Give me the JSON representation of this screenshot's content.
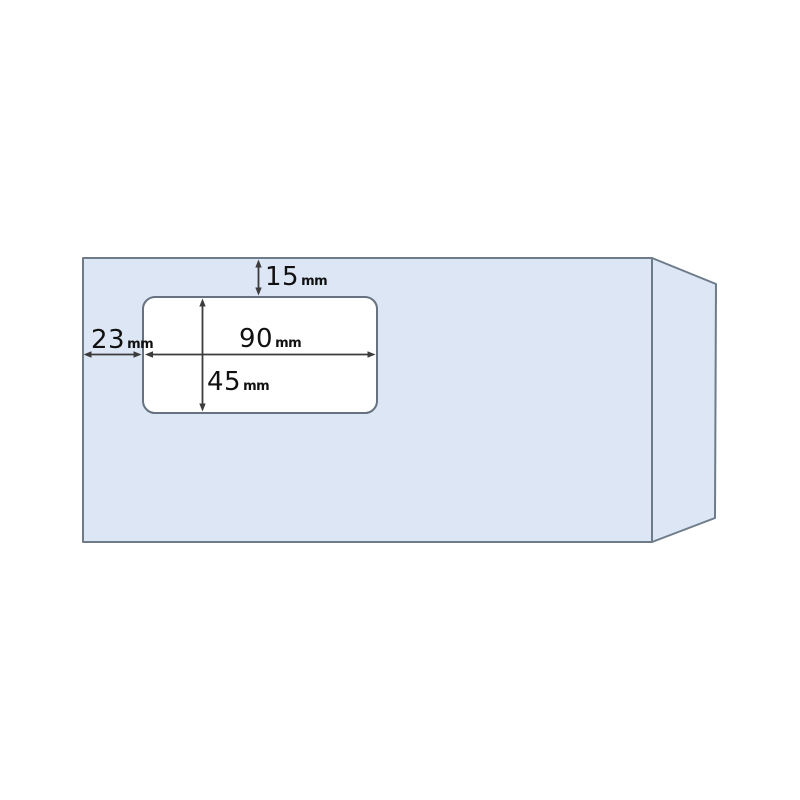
{
  "diagram": {
    "measurements": {
      "top_margin": {
        "value": "15",
        "unit": "mm"
      },
      "left_margin": {
        "value": "23",
        "unit": "mm"
      },
      "window_width": {
        "value": "90",
        "unit": "mm"
      },
      "window_height": {
        "value": "45",
        "unit": "mm"
      }
    },
    "colors": {
      "envelope_fill": "#dce6f5",
      "envelope_border": "#6e7b88",
      "window_fill": "#ffffff",
      "window_border": "#66727f",
      "dimension_line": "#3c3c3c",
      "label_text": "#111111",
      "background": "#ffffff"
    }
  }
}
